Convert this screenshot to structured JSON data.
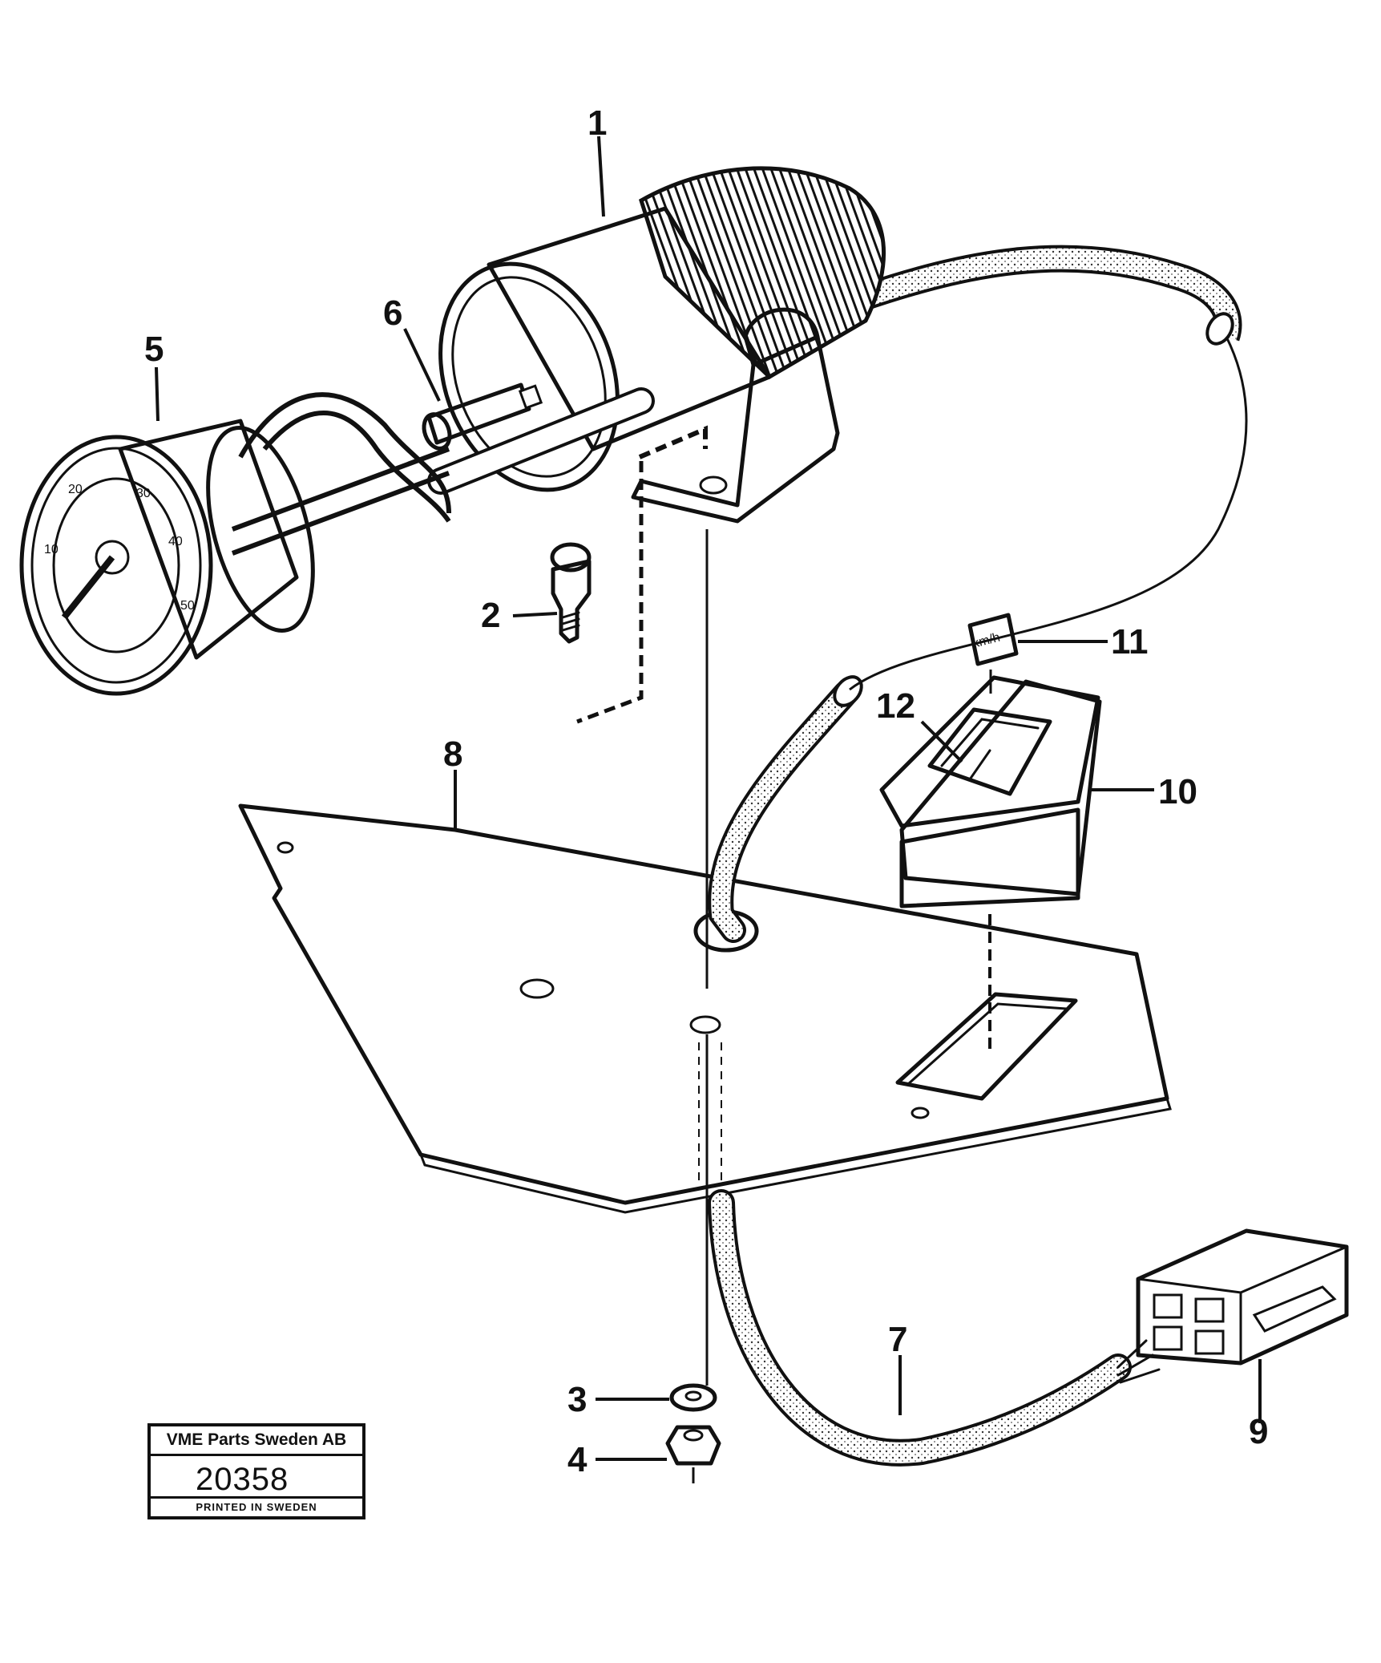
{
  "callouts": [
    {
      "id": "1",
      "label": "1"
    },
    {
      "id": "2",
      "label": "2"
    },
    {
      "id": "3",
      "label": "3"
    },
    {
      "id": "4",
      "label": "4"
    },
    {
      "id": "5",
      "label": "5"
    },
    {
      "id": "6",
      "label": "6"
    },
    {
      "id": "7",
      "label": "7"
    },
    {
      "id": "8",
      "label": "8"
    },
    {
      "id": "9",
      "label": "9"
    },
    {
      "id": "10",
      "label": "10"
    },
    {
      "id": "11",
      "label": "11"
    },
    {
      "id": "12",
      "label": "12"
    }
  ],
  "switch_label": "km/h",
  "gauge_scale": [
    "10",
    "20",
    "30",
    "40",
    "50"
  ],
  "stamp": {
    "company": "VME Parts Sweden AB",
    "number": "20358",
    "printed": "PRINTED IN SWEDEN"
  }
}
